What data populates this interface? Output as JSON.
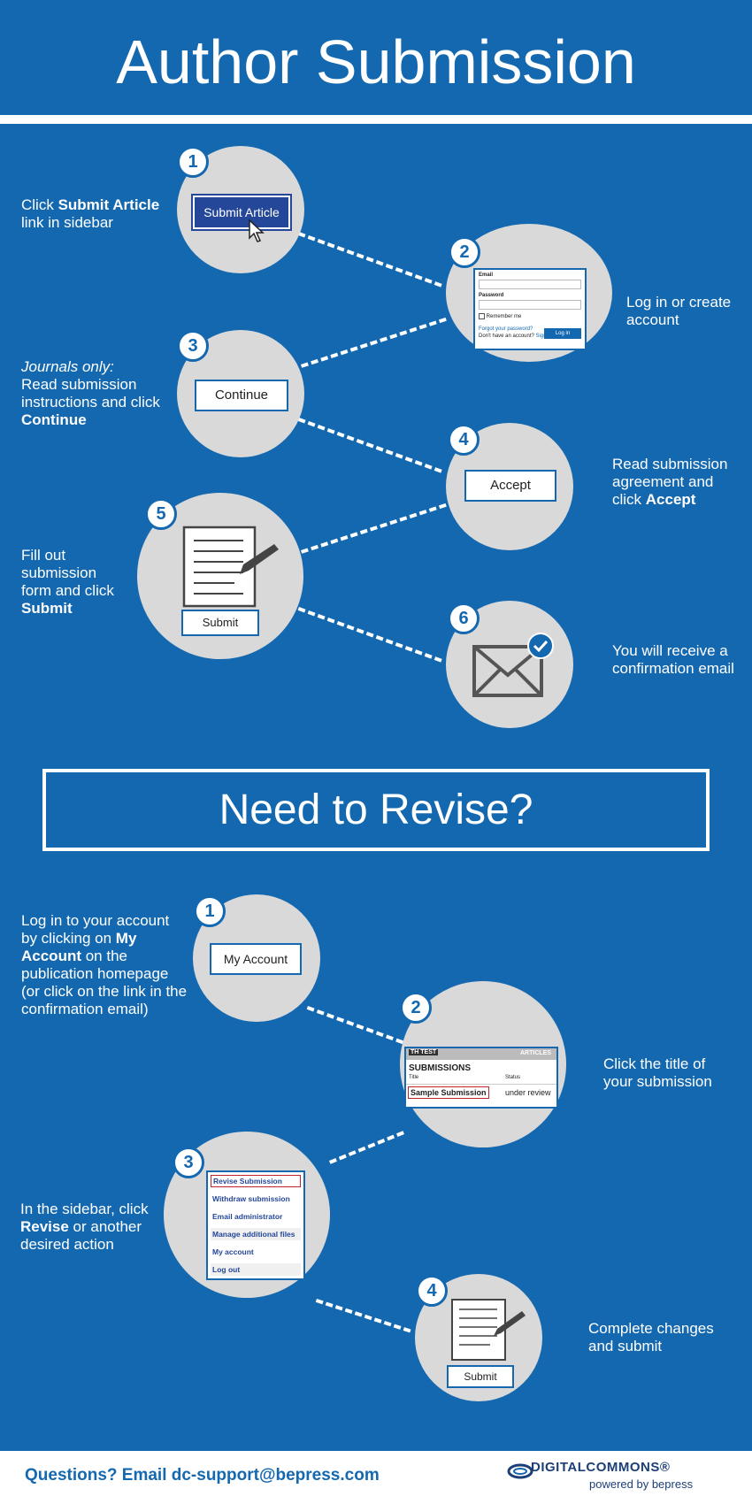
{
  "header": {
    "title": "Author Submission"
  },
  "submission_steps": [
    {
      "number": "1",
      "text_bold": "Submit Article",
      "text_pre": "Click ",
      "text_post": "link in sidebar",
      "ui": {
        "button": "Submit Article"
      }
    },
    {
      "number": "2",
      "text": "Log in or create account",
      "ui": {
        "email_label": "Email",
        "password_label": "Password",
        "remember_label": "Remember me",
        "forgot_link": "Forgot your password?",
        "no_account": "Don't have an account?",
        "sign_up": "Sign up",
        "login_button": "Log in"
      }
    },
    {
      "number": "3",
      "text_italic": "Journals only:",
      "text_pre": "Read submission instructions and click ",
      "text_bold": "Continue",
      "ui": {
        "button": "Continue"
      }
    },
    {
      "number": "4",
      "text_pre": "Read submission agreement and click ",
      "text_bold": "Accept",
      "ui": {
        "button": "Accept"
      }
    },
    {
      "number": "5",
      "text_pre": "Fill out submission form and click ",
      "text_bold": "Submit",
      "ui": {
        "button": "Submit"
      }
    },
    {
      "number": "6",
      "text": "You will receive a confirmation email"
    }
  ],
  "revise": {
    "title": "Need to Revise?",
    "steps": [
      {
        "number": "1",
        "text_pre": "Log in to your account by clicking on ",
        "text_bold": "My Account",
        "text_post": " on the publication homepage (or click on the link in the confirmation email)",
        "ui": {
          "button": "My Account"
        }
      },
      {
        "number": "2",
        "text": "Click the title of your submission",
        "ui": {
          "site_name": "TH TEST",
          "nav": "ARTICLES",
          "heading": "SUBMISSIONS",
          "col_title": "Title",
          "col_status": "Status",
          "row_title": "Sample Submission",
          "row_status": "under review"
        }
      },
      {
        "number": "3",
        "text_pre": "In the sidebar, click ",
        "text_bold": "Revise",
        "text_post": " or another desired action",
        "ui": {
          "menu": [
            "Revise Submission",
            "Withdraw submission",
            "Email administrator",
            "Manage additional files",
            "My account",
            "Log out"
          ]
        }
      },
      {
        "number": "4",
        "text": "Complete changes and submit",
        "ui": {
          "button": "Submit"
        }
      }
    ]
  },
  "footer": {
    "questions": "Questions? Email dc-support@bepress.com",
    "logo_name": "DIGITALCOMMONS®",
    "logo_sub": "powered by bepress"
  },
  "colors": {
    "background": "#1468b0",
    "circle": "#d9d9d9",
    "button_dark": "#25479a",
    "highlight_red": "#c0252b"
  },
  "icons": [
    "cursor-icon",
    "document-pen-icon",
    "envelope-icon",
    "checkmark-icon",
    "logo-swoosh-icon"
  ]
}
